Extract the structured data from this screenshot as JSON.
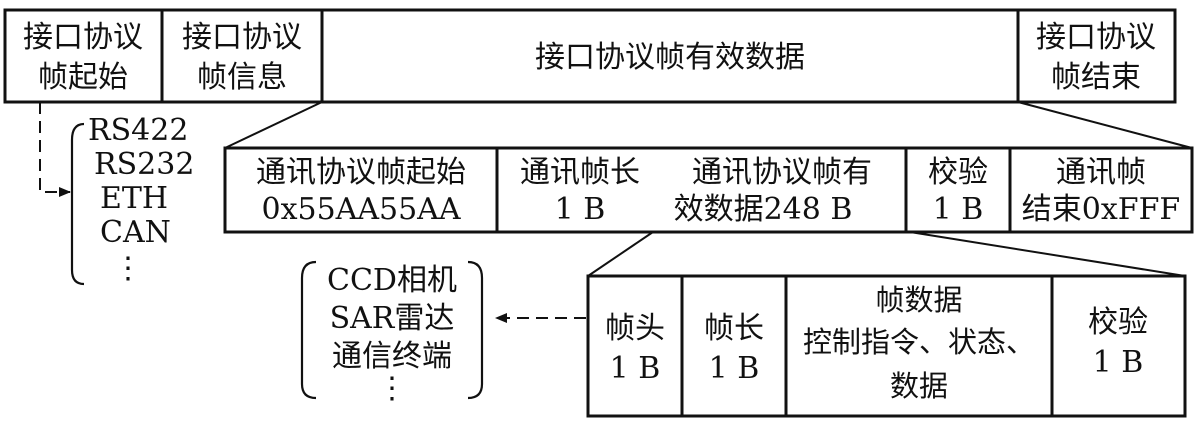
{
  "row1": {
    "cells": [
      {
        "line1": "接口协议",
        "line2": "帧起始"
      },
      {
        "line1": "接口协议",
        "line2": "帧信息"
      },
      {
        "line1": "接口协议帧有效数据",
        "line2": ""
      },
      {
        "line1": "接口协议",
        "line2": "帧结束"
      }
    ]
  },
  "row2": {
    "cells": [
      {
        "line1": "通讯协议帧起始",
        "line2": "0x55AA55AA"
      },
      {
        "line1": "通讯帧长",
        "line2": "1 B"
      },
      {
        "line1": "通讯协议帧有",
        "line2": "效数据248 B"
      },
      {
        "line1": "校验",
        "line2": "1 B"
      },
      {
        "line1": "通讯帧",
        "line2": "结束0xFFF"
      }
    ]
  },
  "row3": {
    "cells": [
      {
        "line1": "帧头",
        "line2": "1 B",
        "line3": ""
      },
      {
        "line1": "帧长",
        "line2": "1 B",
        "line3": ""
      },
      {
        "line1": "帧数据",
        "line2": "控制指令、状态、",
        "line3": "数据"
      },
      {
        "line1": "校验",
        "line2": "1 B",
        "line3": ""
      }
    ]
  },
  "interfaces": {
    "items": [
      "RS422",
      "RS232",
      "ETH",
      "CAN"
    ],
    "ellipsis": "⋮"
  },
  "devices": {
    "items": [
      "CCD相机",
      "SAR雷达",
      "通信终端"
    ],
    "ellipsis": "⋮"
  }
}
